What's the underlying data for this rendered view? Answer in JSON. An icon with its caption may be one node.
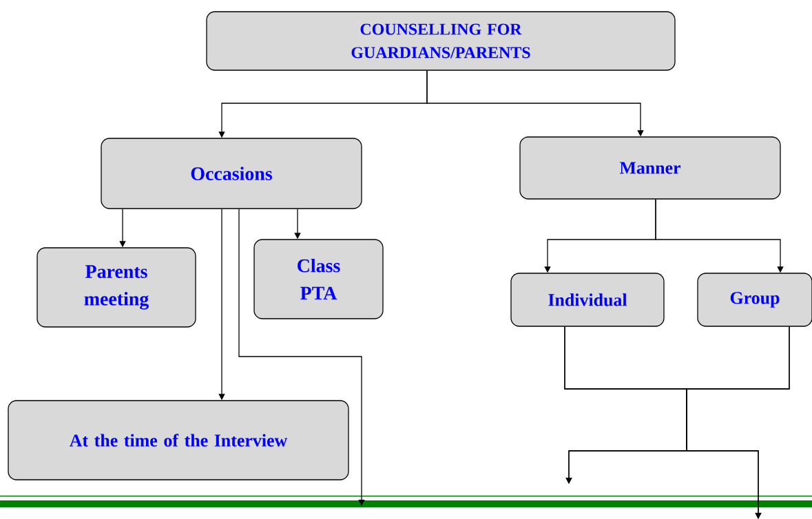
{
  "diagram": {
    "nodes": [
      {
        "text": [
          "COUNSELLING FOR GUARDIANS/PARENTS"
        ]
      },
      {
        "text": [
          "Occasions"
        ]
      },
      {
        "text": [
          "Manner"
        ]
      },
      {
        "text": [
          "Parents meeting"
        ]
      },
      {
        "text": [
          "Class PTA"
        ]
      },
      {
        "text": [
          "Individual"
        ]
      },
      {
        "text": [
          "Group"
        ]
      },
      {
        "text": [
          "At the time of the Interview"
        ]
      }
    ],
    "edges": [
      {
        "from": 0,
        "to": 1,
        "arrow": "to"
      },
      {
        "from": 0,
        "to": 2,
        "arrow": "to"
      },
      {
        "from": 1,
        "to": 3,
        "arrow": "to"
      },
      {
        "from": 1,
        "to": 4,
        "arrow": "to"
      },
      {
        "from": 1,
        "to": 7,
        "arrow": "to"
      },
      {
        "from": 1,
        "to": null,
        "arrow": "to"
      },
      {
        "from": 2,
        "to": 5,
        "arrow": "to"
      },
      {
        "from": 2,
        "to": 6,
        "arrow": "to"
      },
      {
        "from": 5,
        "to": null,
        "arrow": "to"
      },
      {
        "from": 5,
        "to": null,
        "arrow": "to"
      },
      {
        "from": 6,
        "to": null,
        "arrow": "to"
      },
      {
        "from": 6,
        "to": null,
        "arrow": "to"
      }
    ]
  }
}
